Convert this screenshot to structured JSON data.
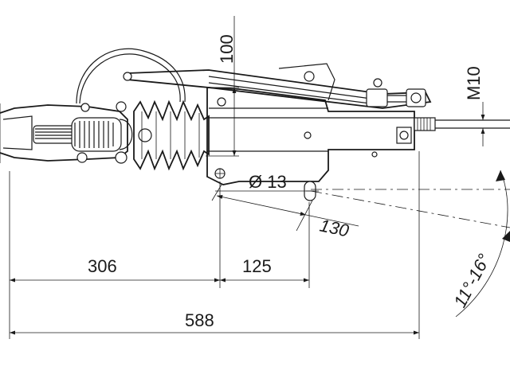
{
  "dimensions": {
    "height": "100",
    "thread": "M10",
    "hole_diameter": "Ø 13",
    "slot_distance": "130",
    "front_length": "306",
    "hole_spacing": "125",
    "total_length": "588",
    "angle_range": "11°-16°"
  },
  "colors": {
    "line": "#1a1a1a",
    "background": "#ffffff"
  }
}
